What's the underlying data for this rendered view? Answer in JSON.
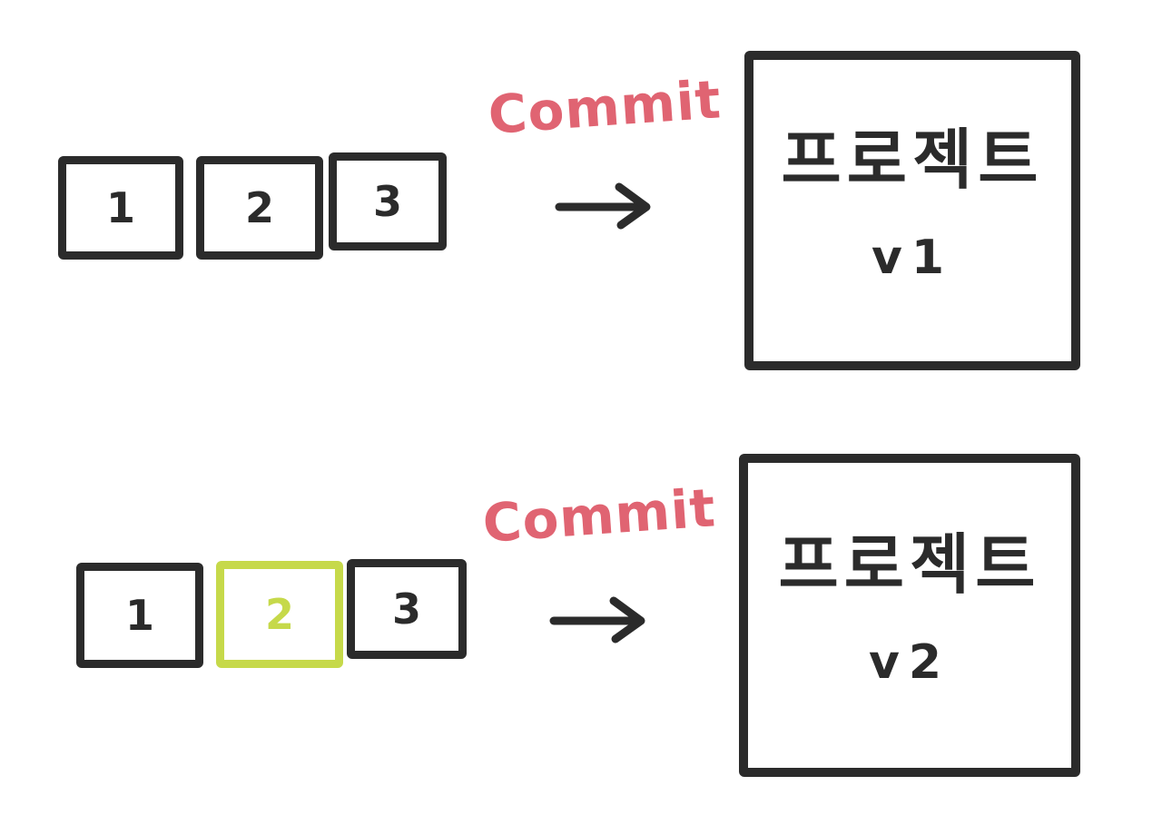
{
  "rows": [
    {
      "files": [
        {
          "label": "1",
          "changed": false
        },
        {
          "label": "2",
          "changed": false
        },
        {
          "label": "3",
          "changed": false
        }
      ],
      "commit_label": "Commit",
      "project": {
        "title": "프로젝트",
        "version": "v1"
      }
    },
    {
      "files": [
        {
          "label": "1",
          "changed": false
        },
        {
          "label": "2",
          "changed": true
        },
        {
          "label": "3",
          "changed": false
        }
      ],
      "commit_label": "Commit",
      "project": {
        "title": "프로젝트",
        "version": "v2"
      }
    }
  ],
  "colors": {
    "ink": "#2b2b2b",
    "commit": "#e06472",
    "changed": "#c6d94a"
  }
}
